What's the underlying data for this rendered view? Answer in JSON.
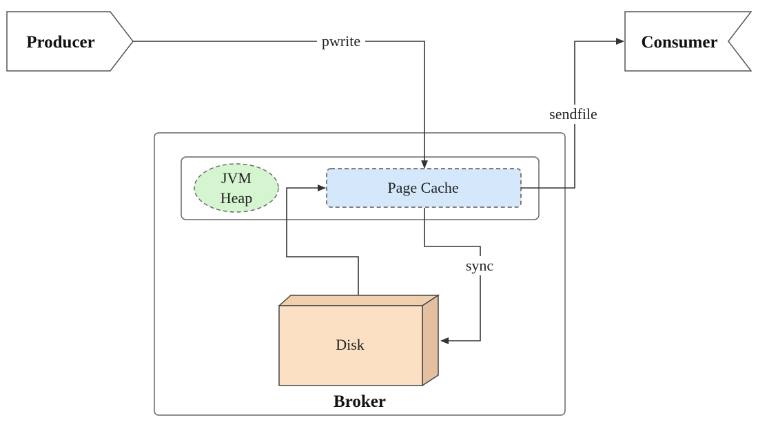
{
  "nodes": {
    "producer": {
      "label": "Producer"
    },
    "consumer": {
      "label": "Consumer"
    },
    "broker": {
      "label": "Broker"
    },
    "jvm_heap": {
      "line1": "JVM",
      "line2": "Heap"
    },
    "page_cache": {
      "label": "Page Cache"
    },
    "disk": {
      "label": "Disk"
    }
  },
  "edges": {
    "pwrite": {
      "label": "pwrite"
    },
    "sendfile": {
      "label": "sendfile"
    },
    "sync": {
      "label": "sync"
    }
  },
  "colors": {
    "line": "#333333",
    "box_border": "#555555",
    "jvm_fill": "#d5f5d0",
    "page_cache_fill": "#d5e8fb",
    "disk_fill": "#fce0c4",
    "disk_side": "#e2c0a0",
    "disk_top": "#f0cfae"
  }
}
